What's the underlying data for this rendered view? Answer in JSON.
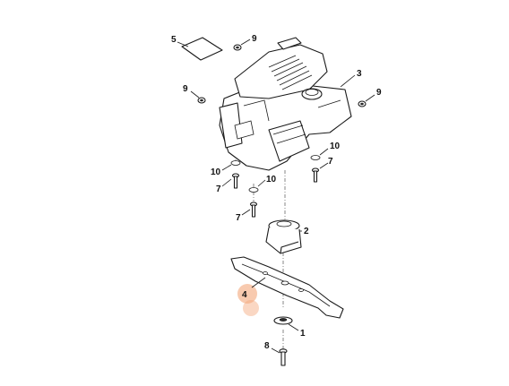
{
  "callouts": {
    "c1": "1",
    "c2": "2",
    "c3": "3",
    "c4": "4",
    "c5": "5",
    "c7a": "7",
    "c7b": "7",
    "c7c": "7",
    "c8": "8",
    "c9a": "9",
    "c9b": "9",
    "c9c": "9",
    "c10a": "10",
    "c10b": "10",
    "c10c": "10"
  },
  "highlight_color": "#f4a77a"
}
